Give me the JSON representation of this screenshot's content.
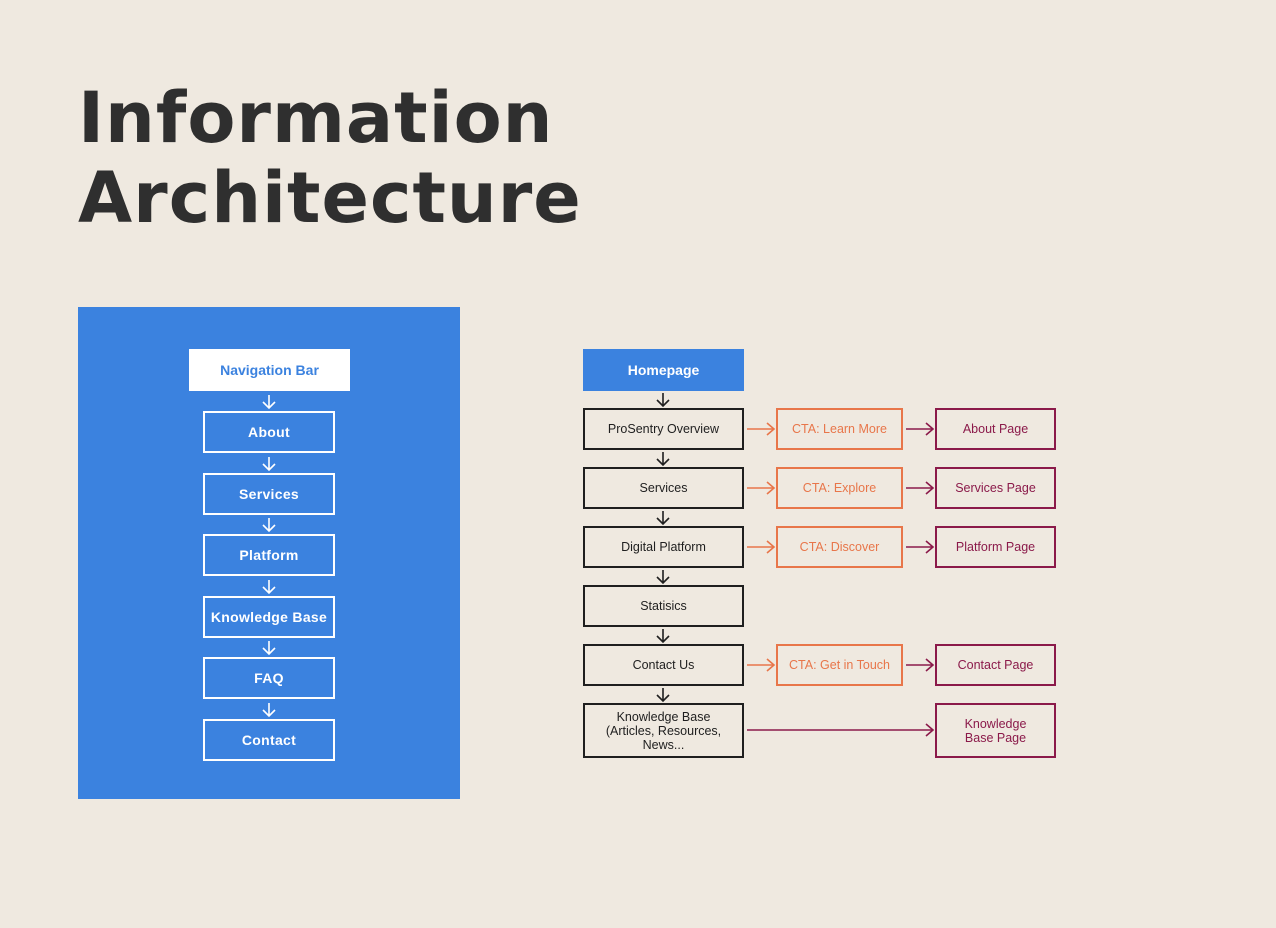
{
  "title": {
    "line1": "Information",
    "line2": "Architecture"
  },
  "navigation": {
    "header": "Navigation Bar",
    "items": [
      "About",
      "Services",
      "Platform",
      "Knowledge Base",
      "FAQ",
      "Contact"
    ]
  },
  "flow": {
    "header": "Homepage",
    "rows": [
      {
        "section": "ProSentry Overview",
        "cta": "CTA: Learn More",
        "page": "About Page"
      },
      {
        "section": "Services",
        "cta": "CTA: Explore",
        "page": "Services Page"
      },
      {
        "section": "Digital Platform",
        "cta": "CTA: Discover",
        "page": "Platform Page"
      },
      {
        "section": "Statisics",
        "cta": "",
        "page": ""
      },
      {
        "section": "Contact Us",
        "cta": "CTA: Get in Touch",
        "page": "Contact Page"
      },
      {
        "section_lines": [
          "Knowledge Base",
          "(Articles, Resources,",
          "News..."
        ],
        "cta": "",
        "page_lines": [
          "Knowledge",
          "Base Page"
        ]
      }
    ]
  },
  "colors": {
    "background": "#efe9e0",
    "primary_blue": "#3b82df",
    "cta_orange": "#e8764a",
    "page_maroon": "#8b1a4a",
    "text_dark": "#2f2f2f"
  }
}
